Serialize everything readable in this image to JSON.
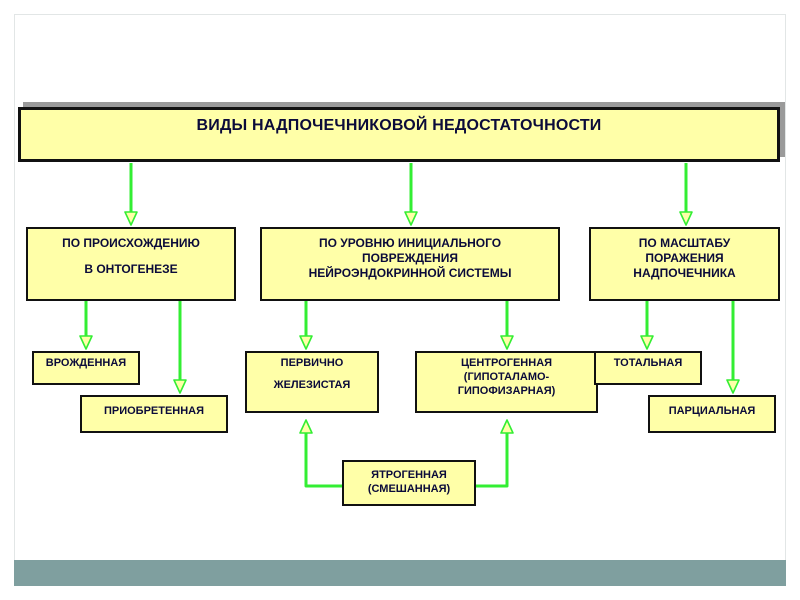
{
  "title": "ВИДЫ  НАДПОЧЕЧНИКОВОЙ  НЕДОСТАТОЧНОСТИ",
  "categories": {
    "origin": {
      "line1": "ПО ПРОИСХОЖДЕНИЮ",
      "line2": "В ОНТОГЕНЕЗЕ"
    },
    "level": {
      "line1": "ПО УРОВНЮ  ИНИЦИАЛЬНОГО",
      "line2": "ПОВРЕЖДЕНИЯ",
      "line3": "НЕЙРОЭНДОКРИННОЙ  СИСТЕМЫ"
    },
    "scale": {
      "line1": "ПО МАСШТАБУ",
      "line2": "ПОРАЖЕНИЯ",
      "line3": "НАДПОЧЕЧНИКА"
    }
  },
  "leaves": {
    "congenital": "ВРОЖДЕННАЯ",
    "acquired": "ПРИОБРЕТЕННАЯ",
    "primary": {
      "line1": "ПЕРВИЧНО",
      "line2": "ЖЕЛЕЗИСТАЯ"
    },
    "central": {
      "line1": "ЦЕНТРОГЕННАЯ",
      "line2": "(ГИПОТАЛАМО-",
      "line3": "ГИПОФИЗАРНАЯ)"
    },
    "total": "ТОТАЛЬНАЯ",
    "partial": "ПАРЦИАЛЬНАЯ",
    "iatrogenic": {
      "line1": "ЯТРОГЕННАЯ",
      "line2": "(СМЕШАННАЯ)"
    }
  },
  "colors": {
    "box_fill": "#ffffa8",
    "box_border": "#111111",
    "arrow": "#33ee33",
    "footer": "#7f9f9f"
  }
}
